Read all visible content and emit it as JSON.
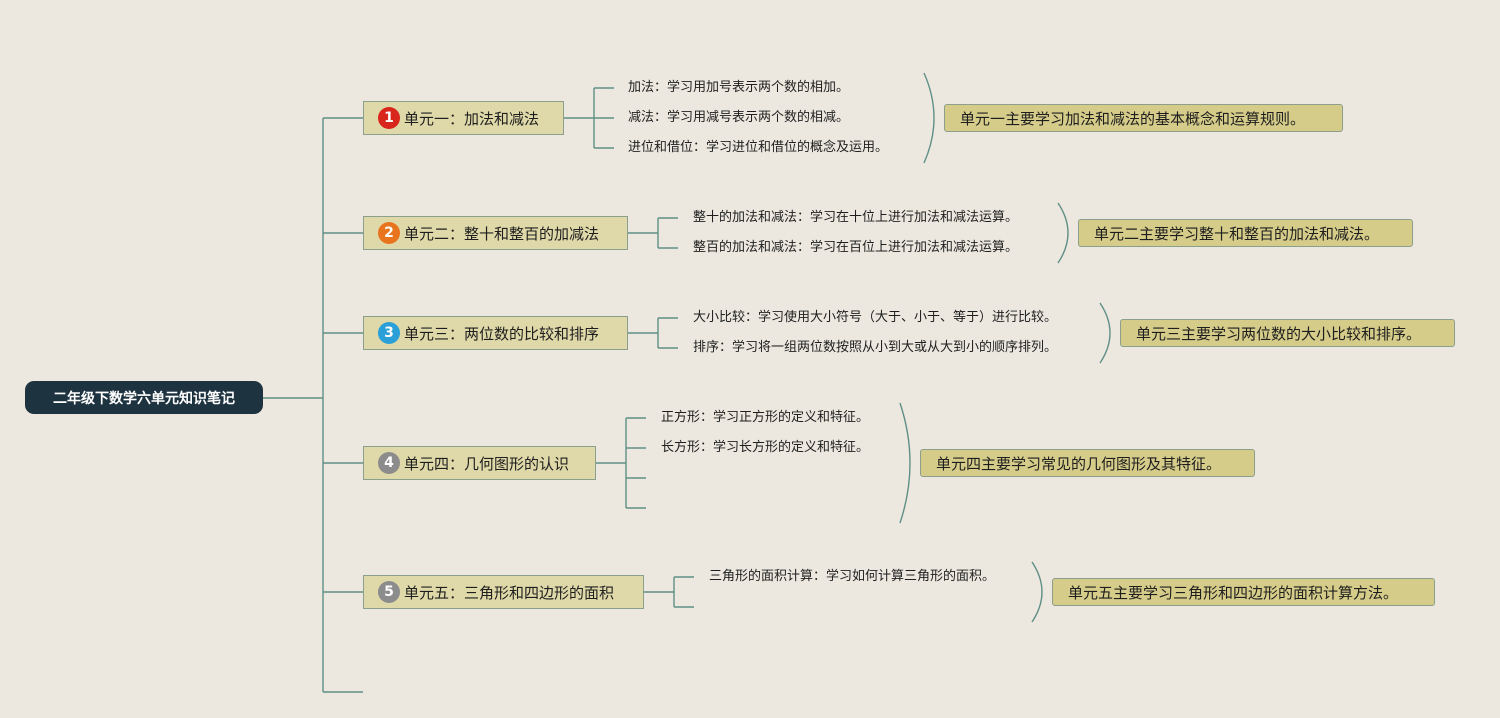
{
  "root": {
    "title": "二年级下数学六单元知识笔记"
  },
  "units": [
    {
      "number": "1",
      "color": "#d9261c",
      "title": "单元一：加法和减法",
      "details": [
        "加法：学习用加号表示两个数的相加。",
        "减法：学习用减号表示两个数的相减。",
        "进位和借位：学习进位和借位的概念及运用。"
      ],
      "summary": "单元一主要学习加法和减法的基本概念和运算规则。"
    },
    {
      "number": "2",
      "color": "#e8751e",
      "title": "单元二：整十和整百的加减法",
      "details": [
        "整十的加法和减法：学习在十位上进行加法和减法运算。",
        "整百的加法和减法：学习在百位上进行加法和减法运算。"
      ],
      "summary": "单元二主要学习整十和整百的加法和减法。"
    },
    {
      "number": "3",
      "color": "#2a9fd8",
      "title": "单元三：两位数的比较和排序",
      "details": [
        "大小比较：学习使用大小符号（大于、小于、等于）进行比较。",
        "排序：学习将一组两位数按照从小到大或从大到小的顺序排列。"
      ],
      "summary": "单元三主要学习两位数的大小比较和排序。"
    },
    {
      "number": "4",
      "color": "#8c8c8c",
      "title": "单元四：几何图形的认识",
      "details": [
        "正方形：学习正方形的定义和特征。",
        "长方形：学习长方形的定义和特征。",
        "",
        ""
      ],
      "summary": "单元四主要学习常见的几何图形及其特征。"
    },
    {
      "number": "5",
      "color": "#8c8c8c",
      "title": "单元五：三角形和四边形的面积",
      "details": [
        "三角形的面积计算：学习如何计算三角形的面积。",
        ""
      ],
      "summary": "单元五主要学习三角形和四边形的面积计算方法。"
    }
  ]
}
